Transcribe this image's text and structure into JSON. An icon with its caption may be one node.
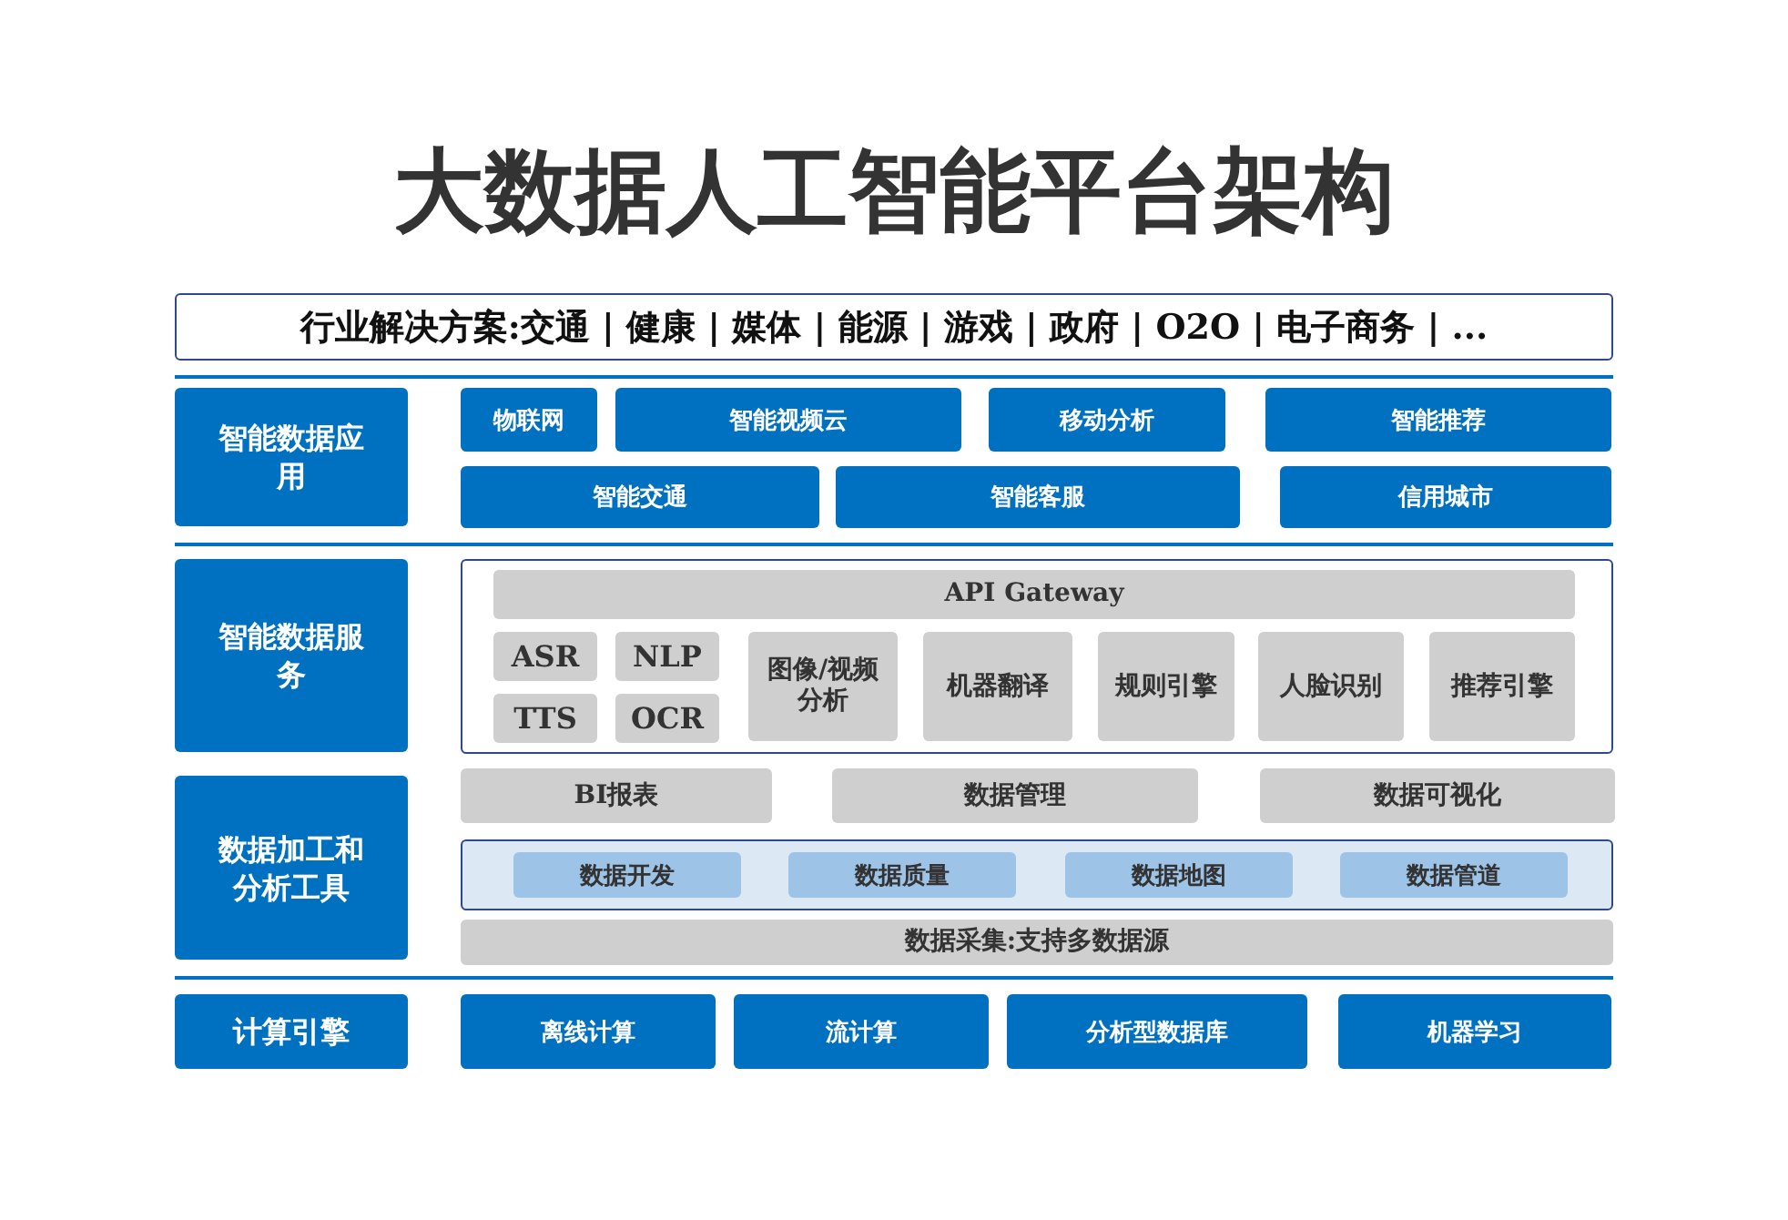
{
  "diagram": {
    "title": "大数据人工智能平台架构",
    "nodes": [
      {
        "text": [
          "行业解决方案:交通 | 健康 | 媒体 | 能源 | 游戏 | 政府 | O2O | 电子商务 | ..."
        ]
      },
      {
        "text": [
          "智能数据应用"
        ]
      },
      {
        "text": [
          "物联网"
        ]
      },
      {
        "text": [
          "智能视频云"
        ]
      },
      {
        "text": [
          "移动分析"
        ]
      },
      {
        "text": [
          "智能推荐"
        ]
      },
      {
        "text": [
          "智能交通"
        ]
      },
      {
        "text": [
          "智能客服"
        ]
      },
      {
        "text": [
          "信用城市"
        ]
      },
      {
        "text": [
          "智能数据服务"
        ]
      },
      {
        "text": [],
        "shape": "box"
      },
      {
        "text": [
          "API Gateway"
        ],
        "in": 10
      },
      {
        "text": [
          "ASR"
        ],
        "in": 10
      },
      {
        "text": [
          "NLP"
        ],
        "in": 10
      },
      {
        "text": [
          "图像/视频分析"
        ],
        "in": 10
      },
      {
        "text": [
          "机器翻译"
        ],
        "in": 10
      },
      {
        "text": [
          "规则引擎"
        ],
        "in": 10
      },
      {
        "text": [
          "人脸识别"
        ],
        "in": 10
      },
      {
        "text": [
          "推荐引擎"
        ],
        "in": 10
      },
      {
        "text": [
          "TTS"
        ],
        "in": 10
      },
      {
        "text": [
          "OCR"
        ],
        "in": 10
      },
      {
        "text": [
          "数据加工和分析工具"
        ]
      },
      {
        "text": [
          "BI报表"
        ]
      },
      {
        "text": [
          "数据管理"
        ]
      },
      {
        "text": [
          "数据可视化"
        ]
      },
      {
        "text": [],
        "shape": "box"
      },
      {
        "text": [
          "数据开发"
        ],
        "in": 25
      },
      {
        "text": [
          "数据质量"
        ],
        "in": 25
      },
      {
        "text": [
          "数据地图"
        ],
        "in": 25
      },
      {
        "text": [
          "数据管道"
        ],
        "in": 25
      },
      {
        "text": [
          "数据采集:支持多数据源"
        ]
      },
      {
        "text": [
          "计算引擎"
        ]
      },
      {
        "text": [
          "离线计算"
        ]
      },
      {
        "text": [
          "流计算"
        ]
      },
      {
        "text": [
          "分析型数据库"
        ]
      },
      {
        "text": [
          "机器学习"
        ]
      }
    ],
    "edges": []
  }
}
